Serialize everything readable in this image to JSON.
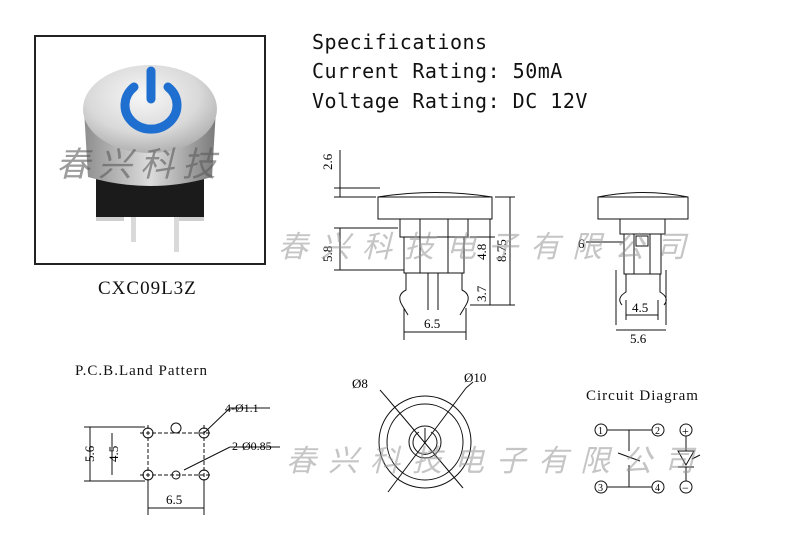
{
  "specs": {
    "title": "Specifications",
    "current": "Current Rating: 50mA",
    "voltage": "Voltage Rating: DC 12V"
  },
  "product": {
    "model": "CXC09L3Z",
    "photo_watermark": "春兴科技"
  },
  "watermarks": {
    "top": "春兴科技电子有限公司",
    "bottom": "春兴科技电子有限公司"
  },
  "side_view": {
    "dim_cap": "2.6",
    "dim_total": "8.75",
    "dim_body": "5.8",
    "dim_mid": "4.8",
    "dim_pin": "3.7",
    "dim_width": "6.5"
  },
  "front_view": {
    "dim_left": "6",
    "dim_inner": "4.5",
    "dim_outer": "5.6"
  },
  "pcb": {
    "title": "P.C.B.Land Pattern",
    "hole_large": "4-Ø1.1",
    "hole_small": "2-Ø0.85",
    "dim_outer_v": "5.6",
    "dim_inner_v": "4.5",
    "dim_h": "6.5"
  },
  "top_view": {
    "dia_inner": "Ø8",
    "dia_outer": "Ø10"
  },
  "circuit": {
    "title": "Circuit Diagram",
    "pins": [
      "1",
      "2",
      "3",
      "4"
    ],
    "led_plus": "+",
    "led_minus": "−"
  },
  "colors": {
    "power_icon": "#1f6fd1",
    "line": "#111111",
    "watermark": "#9a9a9a"
  }
}
